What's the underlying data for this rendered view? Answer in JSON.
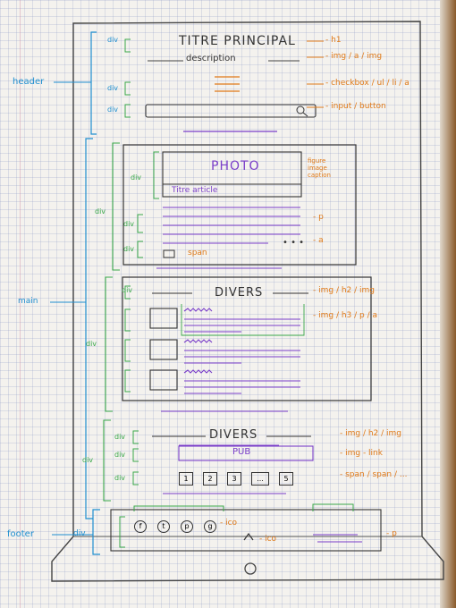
{
  "header_section": {
    "title": "TITRE PRINCIPAL",
    "description": "description",
    "annotations": [
      "- h1",
      "- img / a / img",
      "- checkbox / ul / li / a",
      "- input / button"
    ]
  },
  "main_section": {
    "photo_card": {
      "photo": "PHOTO",
      "article_title": "Titre article",
      "figure_notes": [
        "figure",
        "image",
        "caption"
      ],
      "para_note": "- p",
      "link_note": "- a",
      "span_note": "span"
    },
    "divers_block": {
      "heading": "DIVERS",
      "heading_note": "- img / h2 / img",
      "row_note": "- img / h3 / p / a"
    },
    "divers_block_2": {
      "heading": "DIVERS",
      "heading_note": "- img / h2 / img",
      "pub": "PUB",
      "pub_note": "- img - link",
      "pagination": [
        "1",
        "2",
        "3",
        "...",
        "5"
      ],
      "pagination_note": "- span / span / ..."
    }
  },
  "footer_section": {
    "social_icons": [
      "f",
      "t",
      "p",
      "g"
    ],
    "ico_note": "- ico",
    "up_note": "- ico",
    "p_note": "- p"
  },
  "side_labels": {
    "header": "header",
    "main": "main",
    "footer": "footer",
    "div": "div"
  }
}
